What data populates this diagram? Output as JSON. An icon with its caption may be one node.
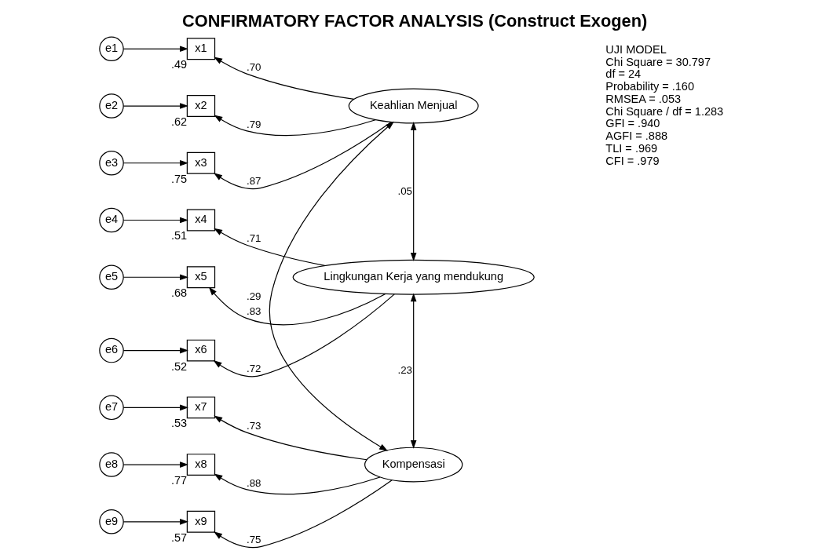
{
  "diagram": {
    "title": "CONFIRMATORY FACTOR ANALYSIS (Construct Exogen)",
    "nodes": [
      {
        "text": [
          "e1"
        ]
      },
      {
        "text": [
          "e2"
        ]
      },
      {
        "text": [
          "e3"
        ]
      },
      {
        "text": [
          "e4"
        ]
      },
      {
        "text": [
          "e5"
        ]
      },
      {
        "text": [
          "e6"
        ]
      },
      {
        "text": [
          "e7"
        ]
      },
      {
        "text": [
          "e8"
        ]
      },
      {
        "text": [
          "e9"
        ]
      },
      {
        "text": [
          "x1"
        ],
        "beside": [
          ".49"
        ]
      },
      {
        "text": [
          "x2"
        ],
        "beside": [
          ".62"
        ]
      },
      {
        "text": [
          "x3"
        ],
        "beside": [
          ".75"
        ]
      },
      {
        "text": [
          "x4"
        ],
        "beside": [
          ".51"
        ]
      },
      {
        "text": [
          "x5"
        ],
        "beside": [
          ".68"
        ]
      },
      {
        "text": [
          "x6"
        ],
        "beside": [
          ".52"
        ]
      },
      {
        "text": [
          "x7"
        ],
        "beside": [
          ".53"
        ]
      },
      {
        "text": [
          "x8"
        ],
        "beside": [
          ".77"
        ]
      },
      {
        "text": [
          "x9"
        ],
        "beside": [
          ".57"
        ]
      },
      {
        "text": [
          "Keahlian Menjual"
        ]
      },
      {
        "text": [
          "Lingkungan Kerja yang mendukung"
        ]
      },
      {
        "text": [
          "Kompensasi"
        ]
      }
    ],
    "edges": [
      {
        "from": 0,
        "to": 9,
        "arrow": "to"
      },
      {
        "from": 1,
        "to": 10,
        "arrow": "to"
      },
      {
        "from": 2,
        "to": 11,
        "arrow": "to"
      },
      {
        "from": 3,
        "to": 12,
        "arrow": "to"
      },
      {
        "from": 4,
        "to": 13,
        "arrow": "to"
      },
      {
        "from": 5,
        "to": 14,
        "arrow": "to"
      },
      {
        "from": 6,
        "to": 15,
        "arrow": "to"
      },
      {
        "from": 7,
        "to": 16,
        "arrow": "to"
      },
      {
        "from": 8,
        "to": 17,
        "arrow": "to"
      },
      {
        "from": 18,
        "to": 9,
        "arrow": "to",
        "label": ".70"
      },
      {
        "from": 18,
        "to": 10,
        "arrow": "to",
        "label": ".79"
      },
      {
        "from": 18,
        "to": 11,
        "arrow": "to",
        "label": ".87"
      },
      {
        "from": 19,
        "to": 12,
        "arrow": "to",
        "label": ".71"
      },
      {
        "from": 19,
        "to": 13,
        "arrow": "to",
        "label": ".83"
      },
      {
        "from": 19,
        "to": 14,
        "arrow": "to",
        "label": ".72"
      },
      {
        "from": 20,
        "to": 15,
        "arrow": "to",
        "label": ".73"
      },
      {
        "from": 20,
        "to": 16,
        "arrow": "to",
        "label": ".88"
      },
      {
        "from": 20,
        "to": 17,
        "arrow": "to",
        "label": ".75"
      },
      {
        "from": 18,
        "to": 19,
        "arrow": "both",
        "label": ".05"
      },
      {
        "from": 19,
        "to": 20,
        "arrow": "both",
        "label": ".23"
      },
      {
        "from": 18,
        "to": 20,
        "arrow": "both",
        "label": ".29"
      }
    ],
    "labels": [
      "UJI MODEL",
      "Chi Square = 30.797",
      "df = 24",
      "Probability = .160",
      "RMSEA = .053",
      "Chi Square / df = 1.283",
      "GFI = .940",
      "AGFI = .888",
      "TLI = .969",
      "CFI = .979"
    ]
  }
}
